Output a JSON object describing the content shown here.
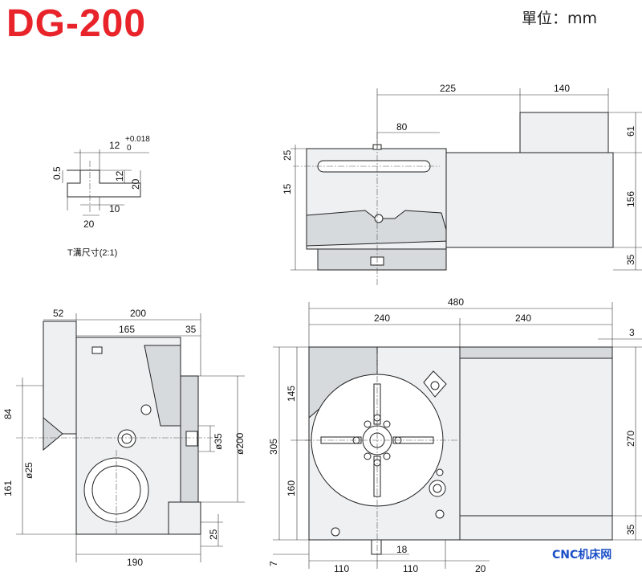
{
  "header": {
    "model": "DG-200",
    "unit": "單位：mm"
  },
  "colors": {
    "title": "#e8232a",
    "watermark": "#1c4fc7",
    "part_fill": "#eef0f2",
    "part_shade": "#d7dadd"
  },
  "tslot": {
    "caption": "T溝尺寸(2:1)",
    "top_width": "12",
    "tol_upper": "+0.018",
    "tol_lower": "0",
    "dims": {
      "depth_top": "0.5",
      "neck": "12",
      "total": "20",
      "base_width": "20",
      "base_gap": "10"
    }
  },
  "top_view": {
    "dims": {
      "width_225": "225",
      "width_140": "140",
      "width_80": "80",
      "h61": "61",
      "h25": "25",
      "h15": "15",
      "h156": "156",
      "h35": "35"
    }
  },
  "side_view": {
    "dims": {
      "w52": "52",
      "w200": "200",
      "w165": "165",
      "w35": "35",
      "h84": "84",
      "h161": "161",
      "h25": "25",
      "d25": "ø25",
      "d35": "ø35",
      "d200": "ø200",
      "w190": "190"
    }
  },
  "front_view": {
    "dims": {
      "w480": "480",
      "w240_left": "240",
      "w240_right": "240",
      "w3": "3",
      "h145": "145",
      "h305": "305",
      "h160": "160",
      "h270": "270",
      "h35": "35",
      "h7": "7",
      "w110_a": "110",
      "w110_b": "110",
      "w18": "18",
      "w20": "20"
    }
  },
  "watermark": "CNC机床网"
}
